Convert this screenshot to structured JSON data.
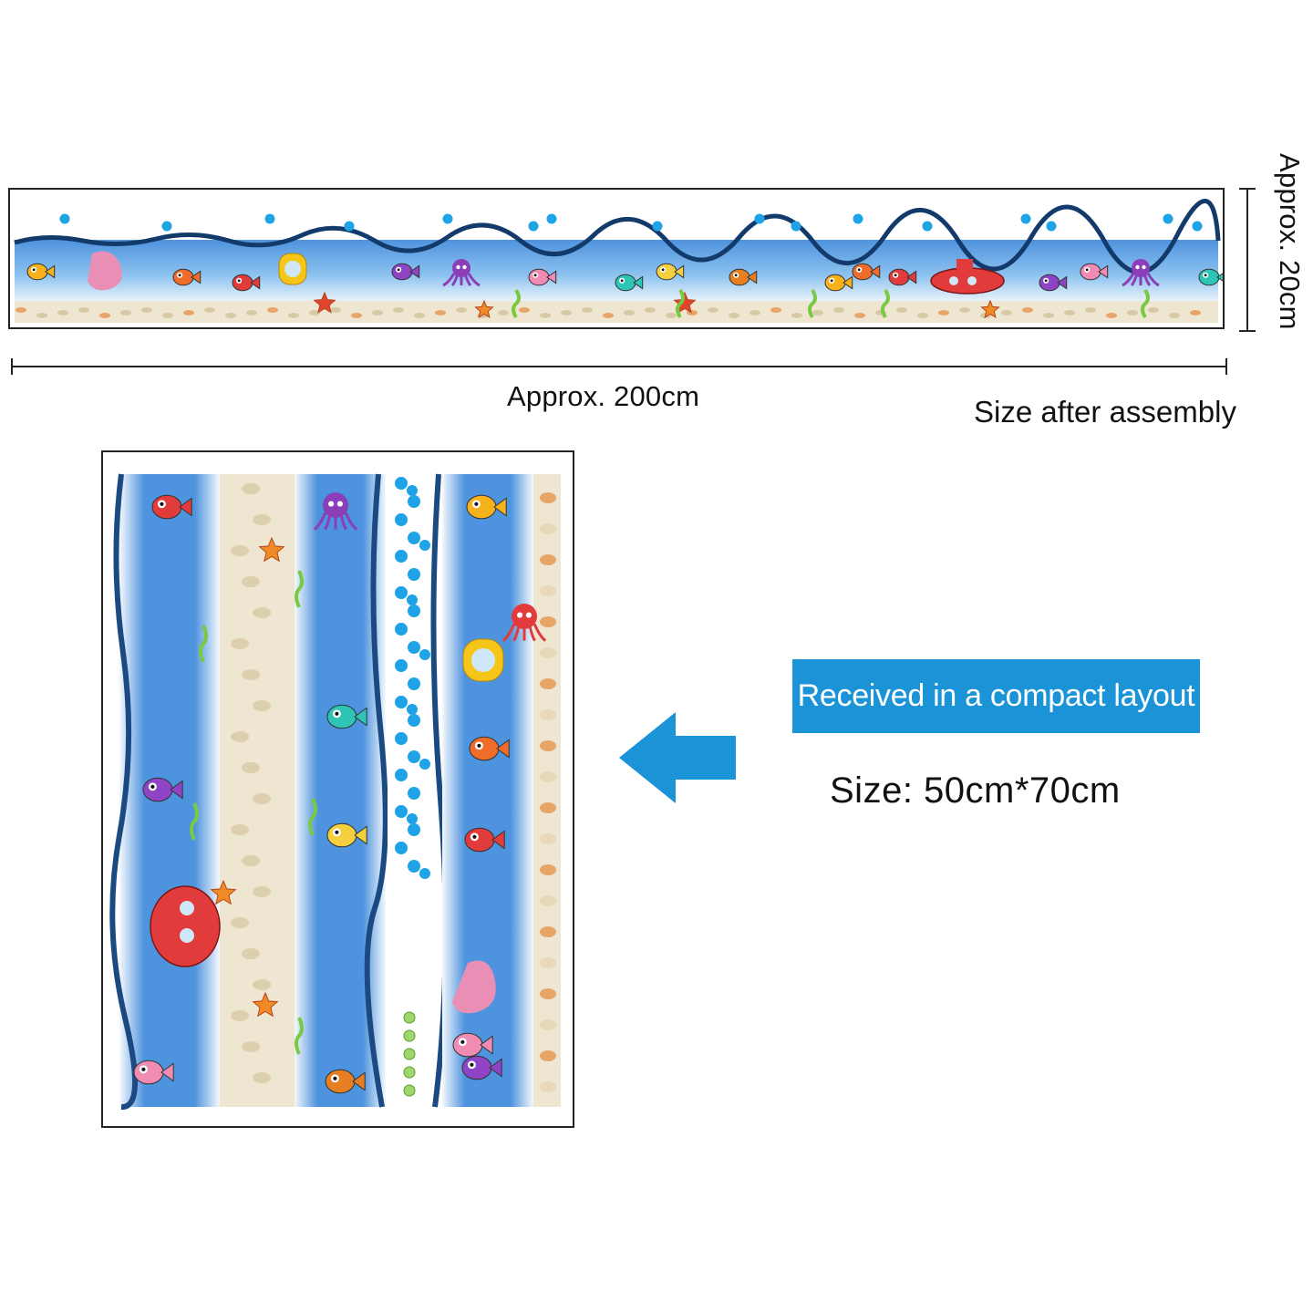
{
  "assembled": {
    "width_label": "Approx. 200cm",
    "height_label": "Approx. 20cm",
    "note": "Size after assembly",
    "image": "ocean-wall-sticker-border-strip"
  },
  "sheet": {
    "image": "ocean-wall-sticker-compact-sheet",
    "badge": "Received in a compact layout",
    "size": "Size: 50cm*70cm"
  },
  "icons": {
    "arrow": "arrow-left-icon",
    "fish": "fish-icon",
    "starfish": "starfish-icon",
    "octopus": "octopus-icon",
    "submarine": "submarine-icon",
    "mermaid": "mermaid-icon",
    "bubble": "bubble-icon"
  },
  "colors": {
    "accent": "#1a93d7",
    "water": "#3d83d6",
    "water_light": "#a9d1f2",
    "sand": "#eee3cc",
    "bubble": "#1ea4e6"
  }
}
